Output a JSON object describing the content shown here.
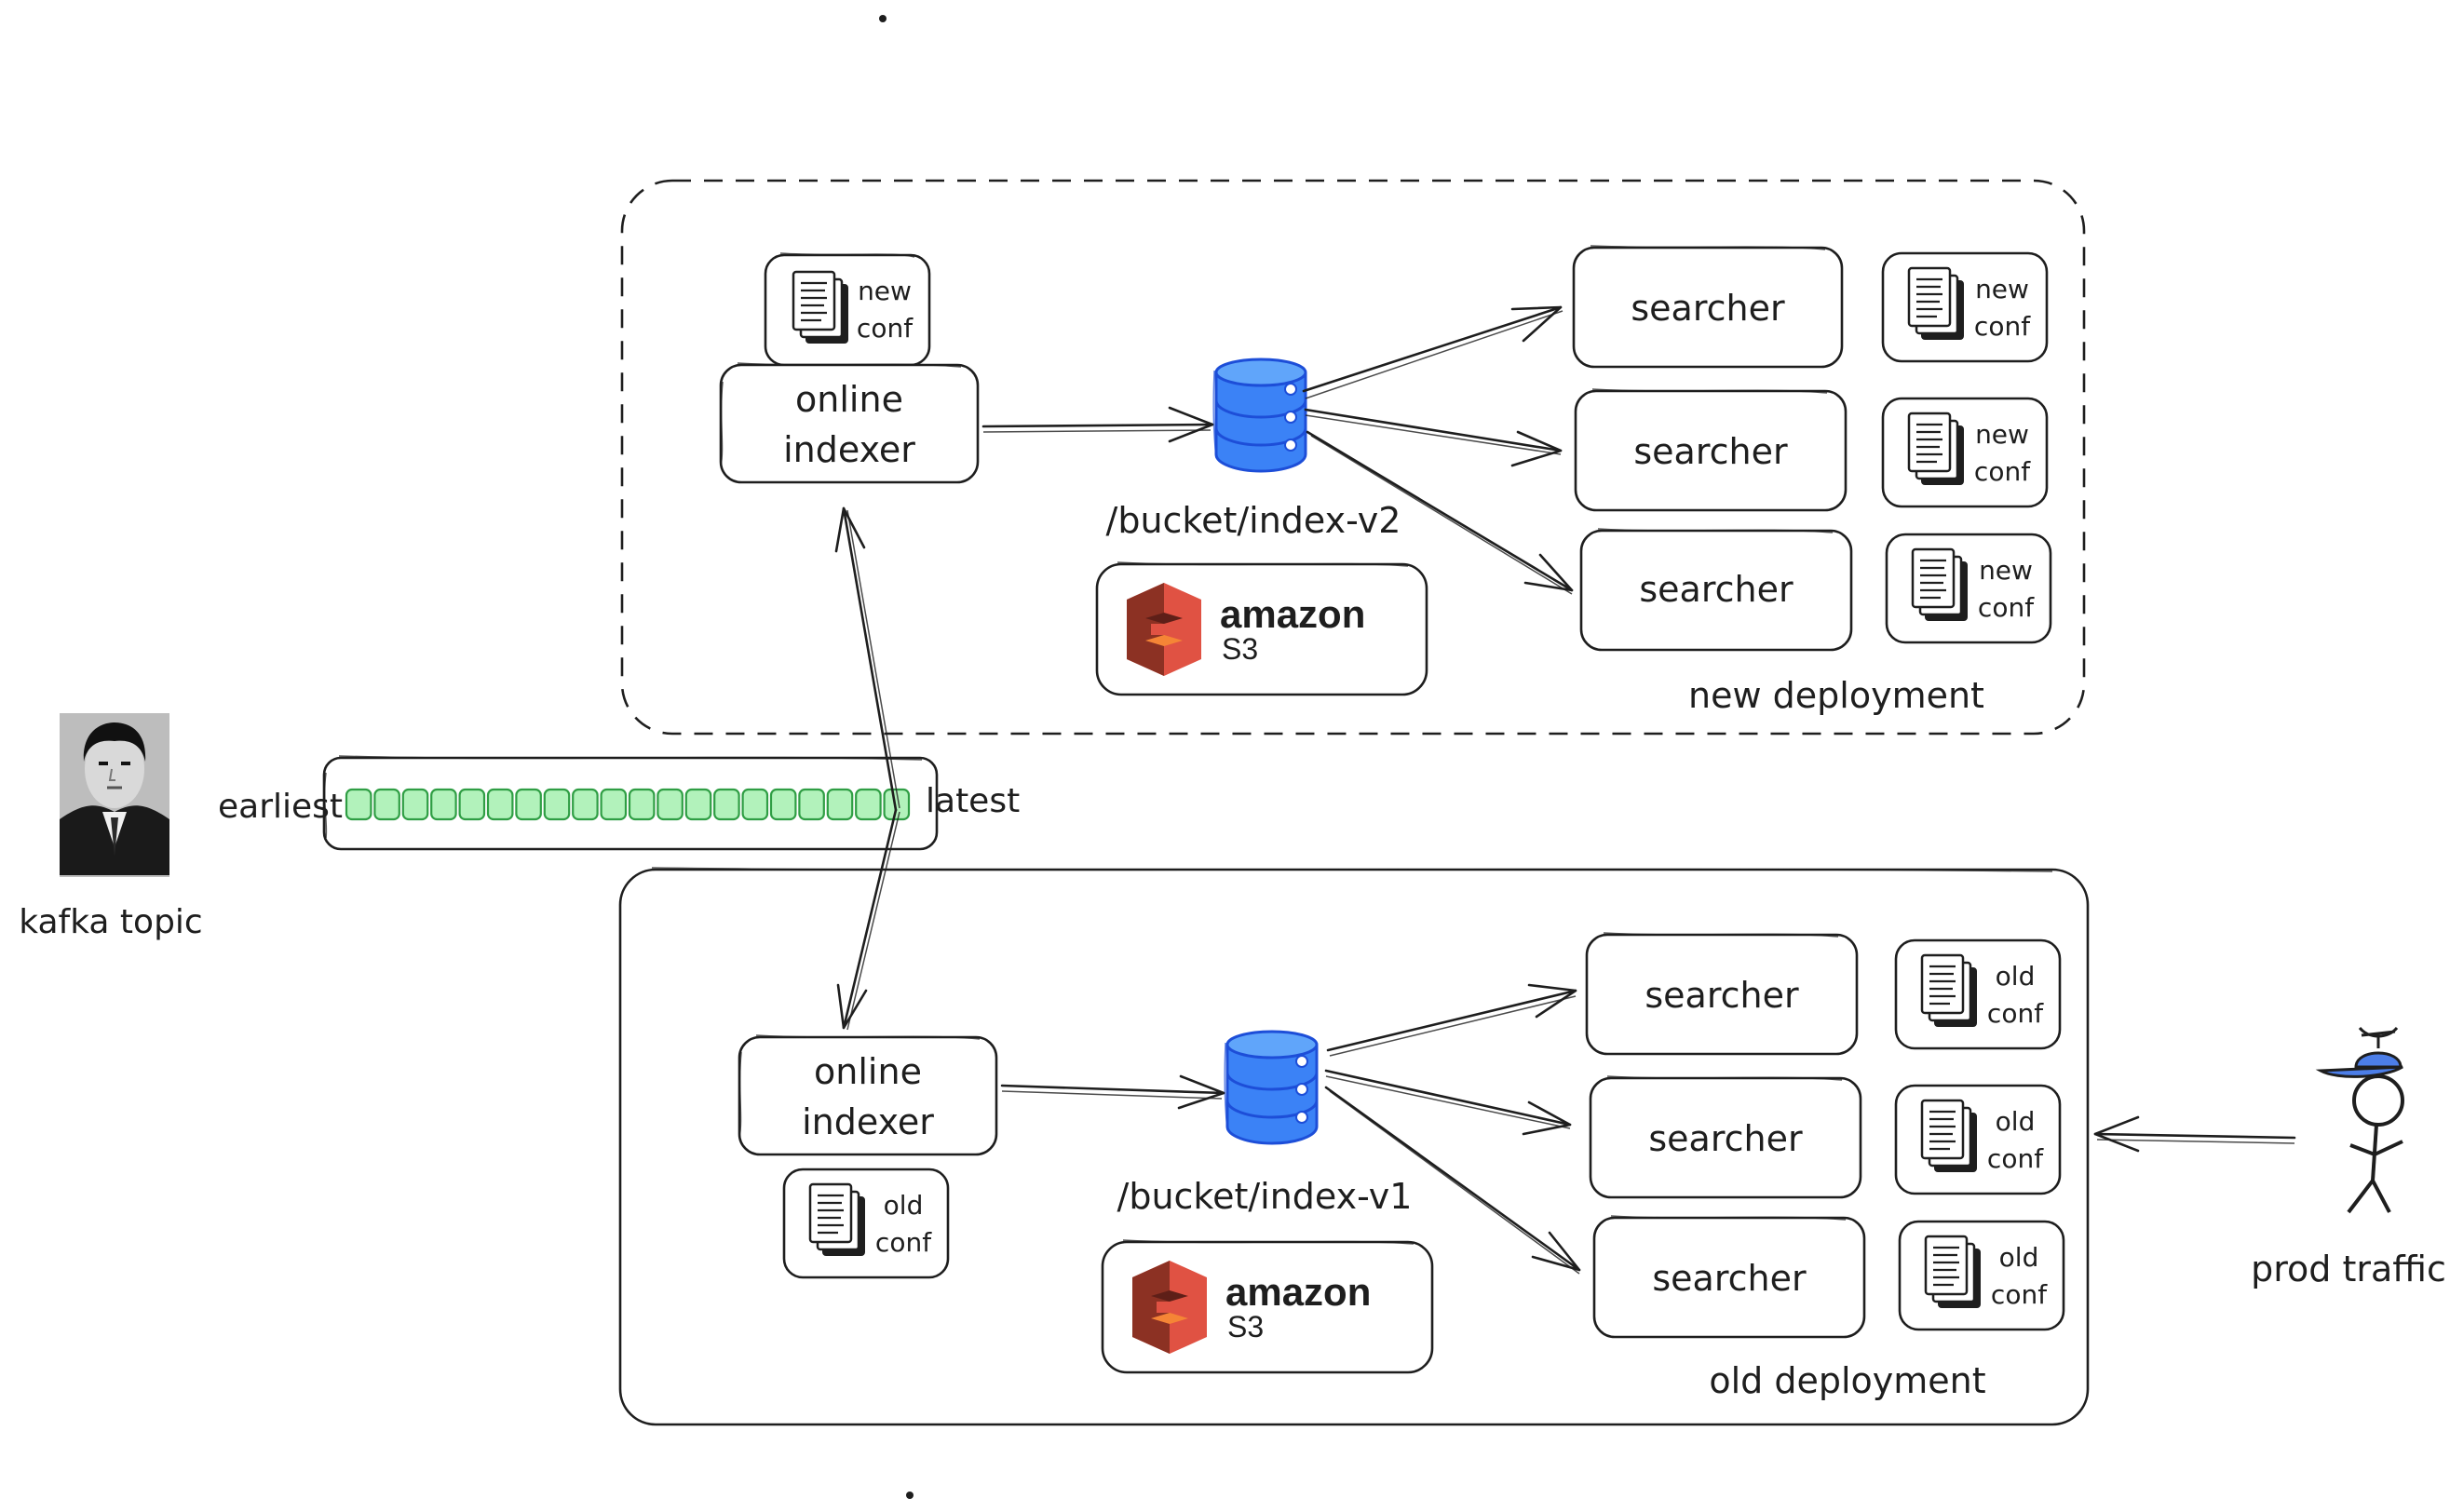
{
  "kafka": {
    "label": "kafka topic",
    "earliest": "earliest",
    "latest": "latest",
    "message_count": 20
  },
  "new_deployment": {
    "label": "new deployment",
    "indexer": [
      "online",
      "indexer"
    ],
    "indexer_conf": [
      "new",
      "conf"
    ],
    "bucket_path": "/bucket/index-v2",
    "s3_logo": [
      "amazon",
      "S3"
    ],
    "searchers": [
      {
        "label": "searcher",
        "conf": [
          "new",
          "conf"
        ]
      },
      {
        "label": "searcher",
        "conf": [
          "new",
          "conf"
        ]
      },
      {
        "label": "searcher",
        "conf": [
          "new",
          "conf"
        ]
      }
    ]
  },
  "old_deployment": {
    "label": "old deployment",
    "indexer": [
      "online",
      "indexer"
    ],
    "indexer_conf": [
      "old",
      "conf"
    ],
    "bucket_path": "/bucket/index-v1",
    "s3_logo": [
      "amazon",
      "S3"
    ],
    "searchers": [
      {
        "label": "searcher",
        "conf": [
          "old",
          "conf"
        ]
      },
      {
        "label": "searcher",
        "conf": [
          "old",
          "conf"
        ]
      },
      {
        "label": "searcher",
        "conf": [
          "old",
          "conf"
        ]
      }
    ]
  },
  "prod": {
    "label": "prod traffic"
  },
  "colors": {
    "queue_fill": "#b2f2bb",
    "queue_stroke": "#2f9e44",
    "db_fill": "#3b82f6",
    "db_stroke": "#1d4ed8",
    "s3_red": "#e05243",
    "s3_dark": "#8c3123",
    "cap_blue": "#4c7ee8"
  },
  "icons": {
    "kafka": "portrait-photo-icon",
    "bucket": "database-cylinder-icon",
    "conf": "document-stack-icon",
    "s3": "amazon-s3-logo",
    "user": "stick-figure-icon"
  }
}
